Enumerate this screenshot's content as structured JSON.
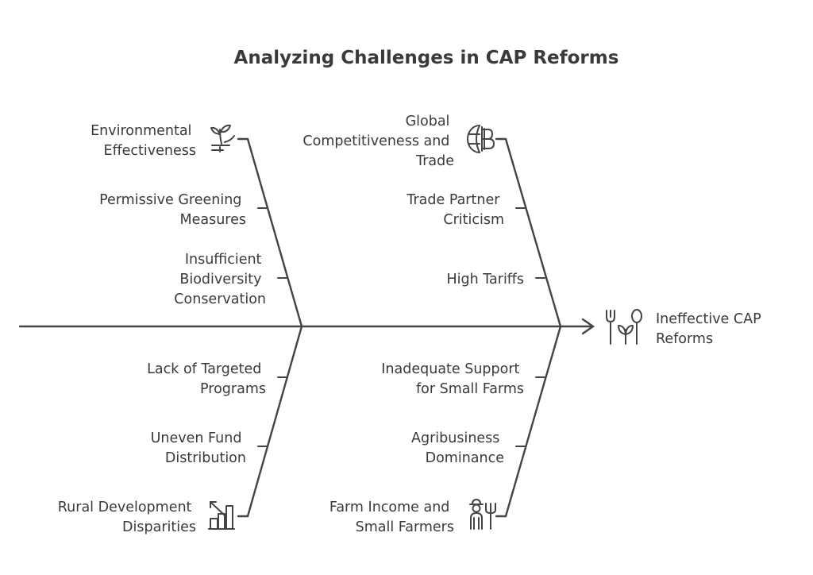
{
  "title": "Analyzing Challenges in CAP Reforms",
  "effect": {
    "lines": [
      "Ineffective CAP",
      "Reforms"
    ],
    "icon": "fork-plant-spoon-icon"
  },
  "categories": [
    {
      "id": "environmental-effectiveness",
      "lines": [
        "Environmental",
        "Effectiveness"
      ],
      "icon": "plant-sprout-icon",
      "causes": [
        {
          "lines": [
            "Permissive Greening",
            "Measures"
          ]
        },
        {
          "lines": [
            "Insufficient",
            "Biodiversity",
            "Conservation"
          ]
        }
      ]
    },
    {
      "id": "global-competitiveness",
      "lines": [
        "Global",
        "Competitiveness and",
        "Trade"
      ],
      "icon": "globe-currency-icon",
      "causes": [
        {
          "lines": [
            "Trade Partner",
            "Criticism"
          ]
        },
        {
          "lines": [
            "High Tariffs"
          ]
        }
      ]
    },
    {
      "id": "rural-development",
      "lines": [
        "Rural Development",
        "Disparities"
      ],
      "icon": "bar-chart-down-icon",
      "causes": [
        {
          "lines": [
            "Lack of Targeted",
            "Programs"
          ]
        },
        {
          "lines": [
            "Uneven Fund",
            "Distribution"
          ]
        }
      ]
    },
    {
      "id": "farm-income",
      "lines": [
        "Farm Income and",
        "Small Farmers"
      ],
      "icon": "farmer-pitchfork-icon",
      "causes": [
        {
          "lines": [
            "Inadequate Support",
            "for Small Farms"
          ]
        },
        {
          "lines": [
            "Agribusiness",
            "Dominance"
          ]
        }
      ]
    }
  ]
}
